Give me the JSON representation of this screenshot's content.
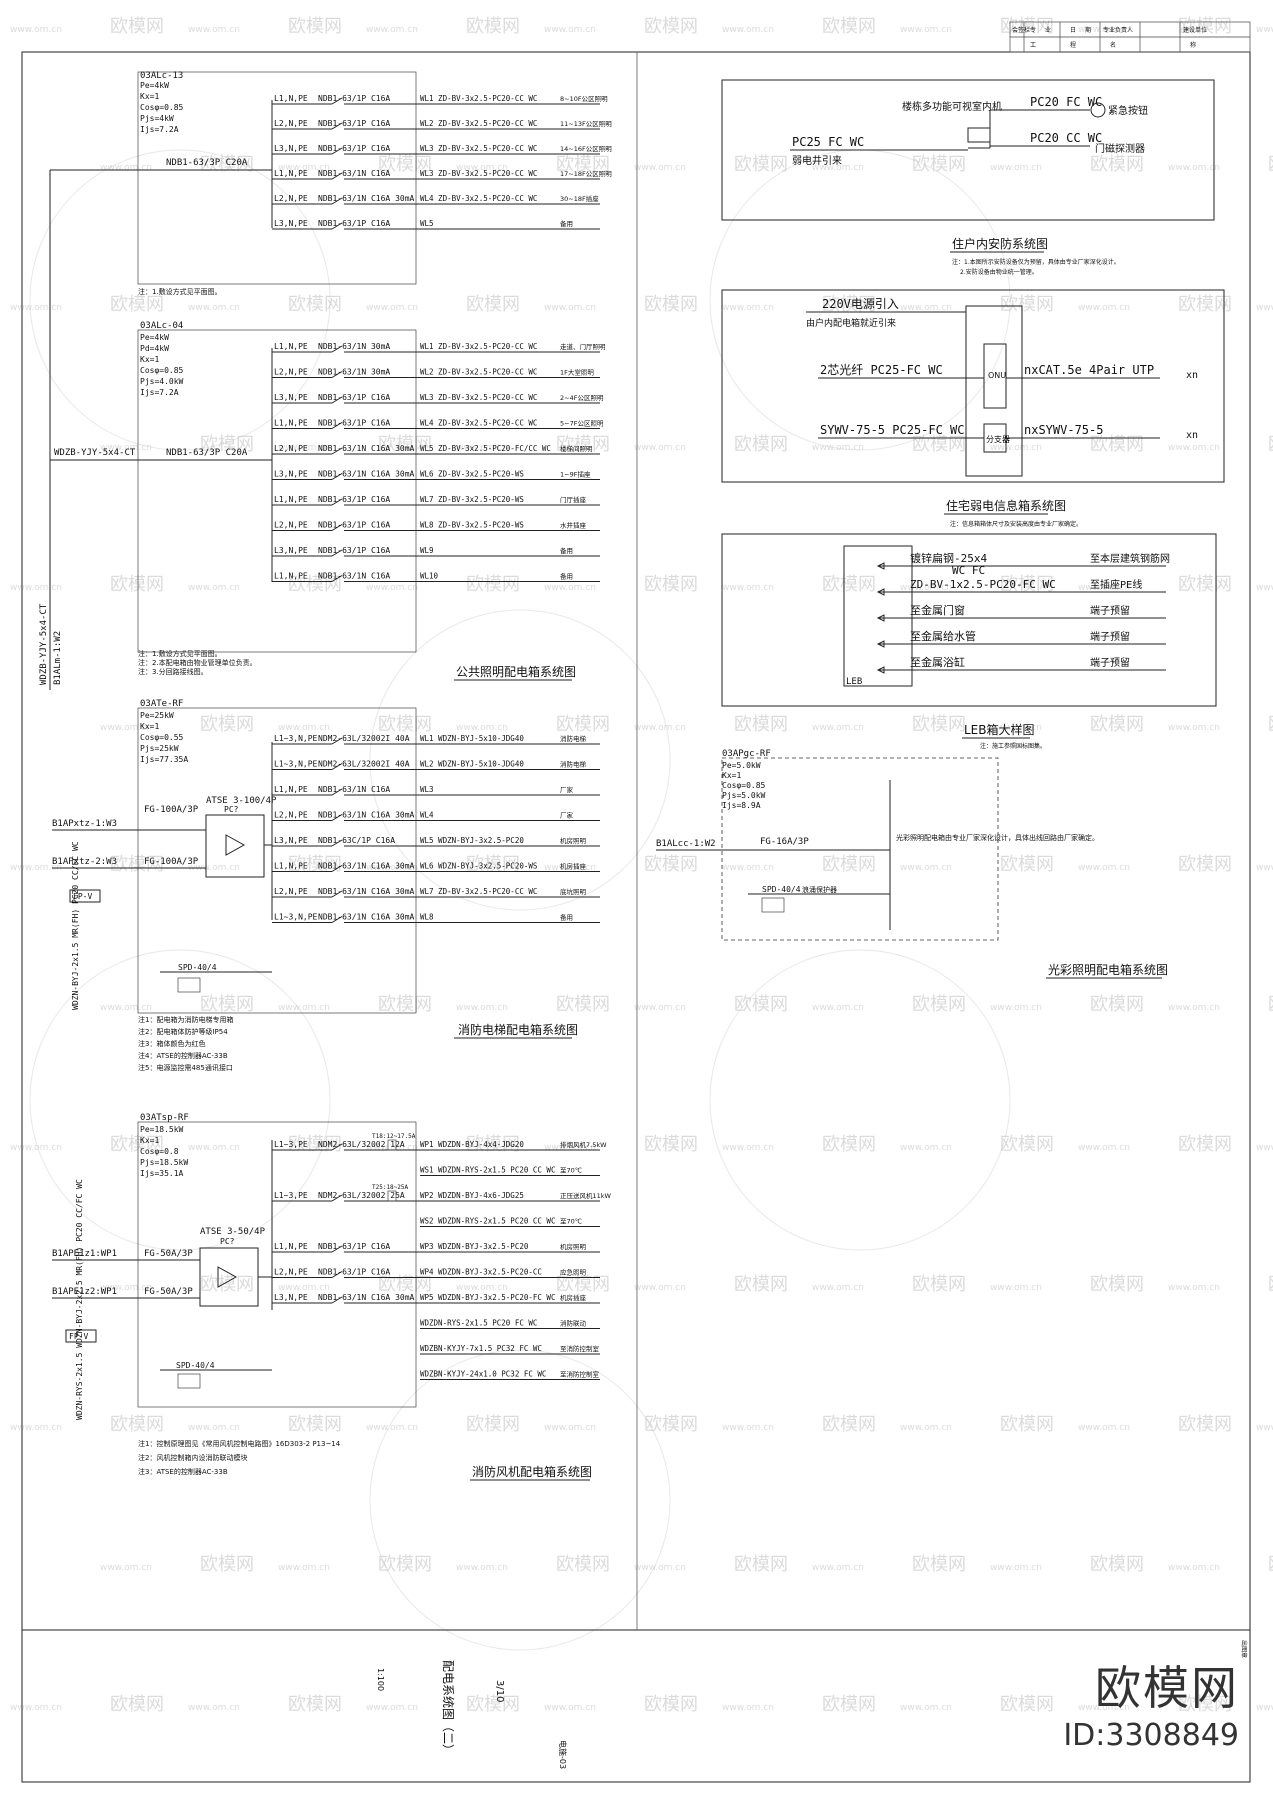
{
  "title_block": {
    "top_cells": [
      "会签栏",
      "专",
      "业",
      "日",
      "期",
      "专业负责人",
      "建设单位",
      "工",
      "程",
      "名",
      "称"
    ],
    "drawing_title": "配电系统图（二）",
    "scale": "1:100",
    "drawing_no": "电施-03",
    "sheet": "3/10",
    "right_note": "出图章"
  },
  "brand": {
    "name": "欧模网",
    "id": "ID:3308849"
  },
  "watermark": {
    "text": "欧模网",
    "url": "www.om.cn"
  },
  "panel_03ALc13": {
    "id": "03ALc-13",
    "params": [
      "Pe=4kW",
      "Kx=1",
      "Cosφ=0.85",
      "Pjs=4kW",
      "Ijs=7.2A"
    ],
    "incoming": "NDB1-63/3P C20A",
    "circuits": [
      {
        "phase": "L1,N,PE",
        "breaker": "NDB1-63/1P C16A",
        "feeder": "WL1 ZD-BV-3x2.5-PC20-CC WC",
        "load": "8~10F公区照明"
      },
      {
        "phase": "L2,N,PE",
        "breaker": "NDB1-63/1P C16A",
        "feeder": "WL2 ZD-BV-3x2.5-PC20-CC WC",
        "load": "11~13F公区照明"
      },
      {
        "phase": "L3,N,PE",
        "breaker": "NDB1-63/1P C16A",
        "feeder": "WL3 ZD-BV-3x2.5-PC20-CC WC",
        "load": "14~16F公区照明"
      },
      {
        "phase": "L1,N,PE",
        "breaker": "NDB1-63/1N C16A",
        "feeder": "WL3 ZD-BV-3x2.5-PC20-CC WC",
        "load": "17~18F公区照明"
      },
      {
        "phase": "L2,N,PE",
        "breaker": "NDB1-63/1N C16A 30mA",
        "feeder": "WL4 ZD-BV-3x2.5-PC20-CC WC",
        "load": "30~18F插座"
      },
      {
        "phase": "L3,N,PE",
        "breaker": "NDB1-63/1P C16A",
        "feeder": "WL5",
        "load": "备用"
      }
    ],
    "note": "注：1.敷设方式见平面图。"
  },
  "panel_03ALc04": {
    "id": "03ALc-04",
    "params": [
      "Pe=4kW",
      "Pd=4kW",
      "Kx=1",
      "Cosφ=0.85",
      "Pjs=4.0kW",
      "Ijs=7.2A"
    ],
    "incoming": "NDB1-63/3P C20A",
    "incoming_cable": "WDZB-YJY-5x4-CT",
    "riser": "WDZB-YJY-5x4-CT",
    "riser2": "B1ALm-1:W2",
    "circuits": [
      {
        "phase": "L1,N,PE",
        "breaker": "NDB1-63/1N 30mA",
        "feeder": "WL1 ZD-BV-3x2.5-PC20-CC WC",
        "load": "走道、门厅照明"
      },
      {
        "phase": "L2,N,PE",
        "breaker": "NDB1-63/1N 30mA",
        "feeder": "WL2 ZD-BV-3x2.5-PC20-CC WC",
        "load": "1F大堂照明"
      },
      {
        "phase": "L3,N,PE",
        "breaker": "NDB1-63/1P C16A",
        "feeder": "WL3 ZD-BV-3x2.5-PC20-CC WC",
        "load": "2~4F公区照明"
      },
      {
        "phase": "L1,N,PE",
        "breaker": "NDB1-63/1P C16A",
        "feeder": "WL4 ZD-BV-3x2.5-PC20-CC WC",
        "load": "5~7F公区照明"
      },
      {
        "phase": "L2,N,PE",
        "breaker": "NDB1-63/1N C16A 30mA",
        "feeder": "WL5 ZD-BV-3x2.5-PC20-FC/CC WC",
        "load": "楼梯间照明"
      },
      {
        "phase": "L3,N,PE",
        "breaker": "NDB1-63/1N C16A 30mA",
        "feeder": "WL6 ZD-BV-3x2.5-PC20-WS",
        "load": "1~9F插座"
      },
      {
        "phase": "L1,N,PE",
        "breaker": "NDB1-63/1P C16A",
        "feeder": "WL7 ZD-BV-3x2.5-PC20-WS",
        "load": "门厅插座"
      },
      {
        "phase": "L2,N,PE",
        "breaker": "NDB1-63/1P C16A",
        "feeder": "WL8 ZD-BV-3x2.5-PC20-WS",
        "load": "水井插座"
      },
      {
        "phase": "L3,N,PE",
        "breaker": "NDB1-63/1P C16A",
        "feeder": "WL9",
        "load": "备用"
      },
      {
        "phase": "L1,N,PE",
        "breaker": "NDB1-63/1N C16A",
        "feeder": "WL10",
        "load": "备用"
      }
    ],
    "notes": [
      "注：1.敷设方式见平面图。",
      "注：2.本配电箱由物业管理单位负责。",
      "注：3.分回路接线图。"
    ],
    "caption": "公共照明配电箱系统图"
  },
  "panel_03ATeRF": {
    "id": "03ATe-RF",
    "params": [
      "Pe=25kW",
      "Kx=1",
      "Cosφ=0.55",
      "Pjs=25kW",
      "Ijs=77.35A"
    ],
    "ats": "ATSE 3-100/4P",
    "ats_class": "PC?",
    "input1_label": "B1APxtz-1:W3",
    "input1_breaker": "FG-100A/3P",
    "input2_label": "B1APxtz-2:W3",
    "input2_breaker": "FG-100A/3P",
    "fp_label": "FP-V",
    "spd": "SPD-40/4",
    "riser": "WDZN-BYJ-2x1.5 MR(FH) PC20 CC/FC WC",
    "circuits": [
      {
        "phase": "L1~3,N,PE",
        "breaker": "NDM2-63L/32002I 40A",
        "feeder": "WL1 WDZN-BYJ-5x10-JDG40",
        "load": "消防电梯"
      },
      {
        "phase": "L1~3,N,PE",
        "breaker": "NDM2-63L/32002I 40A",
        "feeder": "WL2 WDZN-BYJ-5x10-JDG40",
        "load": "消防电梯"
      },
      {
        "phase": "L1,N,PE",
        "breaker": "NDB1-63/1N C16A",
        "feeder": "WL3",
        "load": "厂家"
      },
      {
        "phase": "L2,N,PE",
        "breaker": "NDB1-63/1N C16A 30mA",
        "feeder": "WL4",
        "load": "厂家"
      },
      {
        "phase": "L3,N,PE",
        "breaker": "NDB1-63C/1P C16A",
        "feeder": "WL5 WDZN-BYJ-3x2.5-PC20",
        "load": "机房照明"
      },
      {
        "phase": "L1,N,PE",
        "breaker": "NDB1-63/1N C16A 30mA",
        "feeder": "WL6 WDZN-BYJ-3x2.5-PC20-WS",
        "load": "机房插座"
      },
      {
        "phase": "L2,N,PE",
        "breaker": "NDB1-63/1N C16A 30mA",
        "feeder": "WL7 ZD-BV-3x2.5-PC20-CC WC",
        "load": "底坑照明"
      },
      {
        "phase": "L1~3,N,PE",
        "breaker": "NDB1-63/1N C16A 30mA",
        "feeder": "WL8",
        "load": "备用"
      }
    ],
    "notes": [
      "注1：配电箱为消防电梯专用箱",
      "注2：配电箱体防护等级IP54",
      "注3：箱体颜色为红色",
      "注4：ATSE的控制器AC-33B",
      "注5：电源监控需485通讯接口"
    ],
    "caption": "消防电梯配电箱系统图"
  },
  "panel_03ATspRF": {
    "id": "03ATsp-RF",
    "params": [
      "Pe=18.5kW",
      "Kx=1",
      "Cosφ=0.8",
      "Pjs=18.5kW",
      "Ijs=35.1A"
    ],
    "ats": "ATSE 3-50/4P",
    "ats_class": "PC?",
    "input1_label": "B1APE1z1:WP1",
    "input1_breaker": "FG-50A/3P",
    "input2_label": "B1APE1z2:WP1",
    "input2_breaker": "FG-50A/3P",
    "fp_label": "FP-V",
    "spd": "SPD-40/4",
    "riser": "WDZN-RYS-2x1.5 WDZN-BYJ-2x2.5 MR(FH) PC20 CC/FC WC",
    "circuits": [
      {
        "phase": "L1~3,PE",
        "breaker": "NDM2-63L/32002 12A",
        "contactor": "T18:12~17.5A",
        "feeder": "WP1 WDZDN-BYJ-4x4-JDG20",
        "load": "排烟风机7.5kW"
      },
      {
        "phase": "",
        "breaker": "",
        "contactor": "",
        "feeder": "WS1  WDZDN-RYS-2x1.5 PC20 CC WC",
        "load": "至70℃"
      },
      {
        "phase": "L1~3,PE",
        "breaker": "NDM2-63L/32002 25A",
        "contactor": "T25:18~25A",
        "feeder": "WP2 WDZDN-BYJ-4x6-JDG25",
        "load": "正压送风机11kW"
      },
      {
        "phase": "",
        "breaker": "",
        "contactor": "",
        "feeder": "WS2  WDZDN-RYS-2x1.5 PC20 CC WC",
        "load": "至70℃"
      },
      {
        "phase": "L1,N,PE",
        "breaker": "NDB1-63/1P C16A",
        "contactor": "",
        "feeder": "WP3 WDZDN-BYJ-3x2.5-PC20",
        "load": "机房照明"
      },
      {
        "phase": "L2,N,PE",
        "breaker": "NDB1-63/1P C16A",
        "contactor": "",
        "feeder": "WP4 WDZDN-BYJ-3x2.5-PC20-CC",
        "load": "应急照明"
      },
      {
        "phase": "L3,N,PE",
        "breaker": "NDB1-63/1N C16A 30mA",
        "contactor": "",
        "feeder": "WP5 WDZDN-BYJ-3x2.5-PC20-FC WC",
        "load": "机房插座"
      },
      {
        "phase": "",
        "breaker": "",
        "contactor": "",
        "feeder": "WDZDN-RYS-2x1.5 PC20 FC WC",
        "load": "消防联动"
      },
      {
        "phase": "",
        "breaker": "",
        "contactor": "",
        "feeder": "WDZBN-KYJY-7x1.5 PC32 FC WC",
        "load": "至消防控制室"
      },
      {
        "phase": "",
        "breaker": "",
        "contactor": "",
        "feeder": "WDZBN-KYJY-24x1.0 PC32 FC WC",
        "load": "至消防控制室"
      }
    ],
    "notes": [
      "注1：控制原理图见《常用风机控制电路图》16D303-2 P13~14",
      "注2：风机控制箱内设消防联动模块",
      "注3：ATSE的控制器AC-33B"
    ],
    "caption": "消防风机配电箱系统图"
  },
  "security": {
    "caption": "住户内安防系统图",
    "note1": "注：1.本图所示安防设备仅为预留，具体由专业厂家深化设计。",
    "note2": "2.安防设备由物业统一管理。",
    "label_top": "楼栋多功能可视室内机",
    "cable_in": "PC25 FC WC",
    "cable_in_note": "弱电井引来",
    "out1": "PC20 FC WC",
    "out1_note": "紧急按钮",
    "out2": "PC20 CC WC",
    "out2_note": "门磁探测器"
  },
  "info_box": {
    "caption": "住宅弱电信息箱系统图",
    "note": "注：信息箱箱体尺寸及安装高度由专业厂家确定。",
    "power": "220V电源引入",
    "power_note": "由户内配电箱就近引来",
    "line1": "2芯光纤 PC25-FC WC",
    "line1_dev": "ONU",
    "line1_out": "nxCAT.5e 4Pair UTP",
    "line1_end": "xn",
    "line2": "SYWV-75-5 PC25-FC WC",
    "line2_dev": "分支器",
    "line2_out": "nxSYWV-75-5",
    "line2_end": "xn"
  },
  "leb": {
    "caption": "LEB箱大样图",
    "note": "注：施工参照国标图集。",
    "rows": [
      {
        "left": "镀锌扁钢-25x4",
        "left2": "WC FC",
        "right": "至本层建筑钢筋网"
      },
      {
        "left": "ZD-BV-1x2.5-PC20-FC WC",
        "right": "至插座PE线"
      },
      {
        "left": "至金属门窗",
        "right": "端子预留"
      },
      {
        "left": "至金属给水管",
        "right": "端子预留"
      },
      {
        "left": "至金属浴缸",
        "right": "端子预留"
      }
    ],
    "box_label": "LEB"
  },
  "panel_03APgc": {
    "id": "03APgc-RF",
    "params": [
      "Pe=5.0kW",
      "Kx=1",
      "Cosφ=0.85",
      "Pjs=5.0kW",
      "Ijs=8.9A"
    ],
    "incoming_label": "B1ALcc-1:W2",
    "incoming_breaker": "FG-16A/3P",
    "spd": "SPD-40/4",
    "spd_note": "浪涌保护器",
    "note": "光彩照明配电箱由专业厂家深化设计，具体出线回路由厂家确定。",
    "caption": "光彩照明配电箱系统图"
  }
}
